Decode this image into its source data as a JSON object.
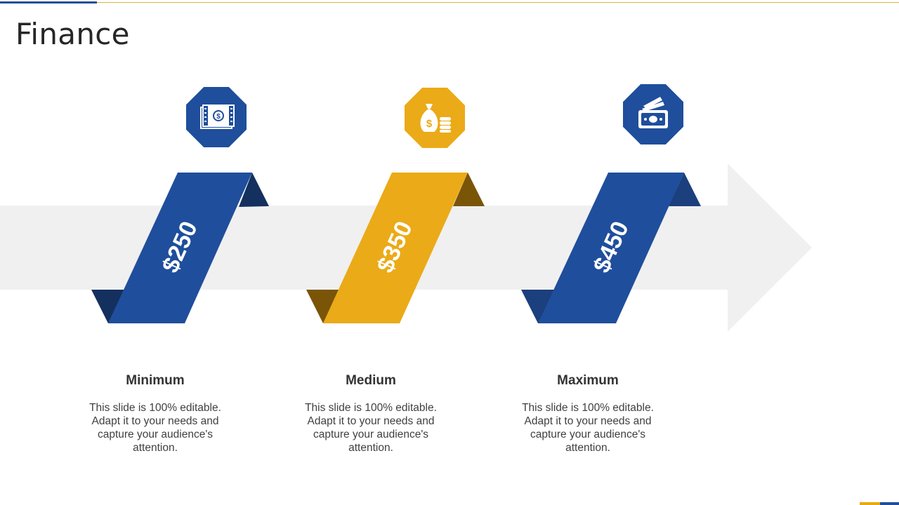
{
  "page": {
    "title": "Finance"
  },
  "colors": {
    "blue": "#1f4e9c",
    "blue_dark": "#14305f",
    "gold": "#ebaa17",
    "gold_dark": "#7a5508",
    "arrow": "#f0f0f0",
    "icon_white": "#ffffff"
  },
  "items": [
    {
      "amount": "$250",
      "label": "Minimum",
      "description": "This slide is 100% editable. Adapt it to your needs and capture your audience's attention.",
      "color": "blue",
      "icon": "banknote-icon"
    },
    {
      "amount": "$350",
      "label": "Medium",
      "description": "This slide is 100% editable. Adapt it to your needs and capture your audience's attention.",
      "color": "gold",
      "icon": "money-bag-coins-icon"
    },
    {
      "amount": "$450",
      "label": "Maximum",
      "description": "This slide is 100% editable. Adapt it to your needs and capture your audience's attention.",
      "color": "blue",
      "icon": "cash-stack-icon"
    }
  ]
}
